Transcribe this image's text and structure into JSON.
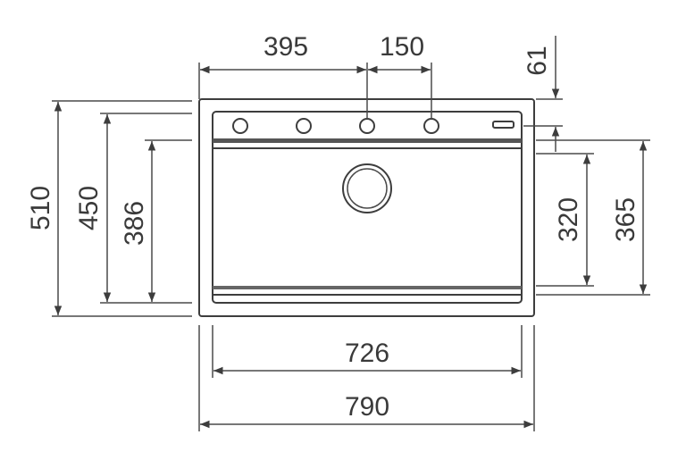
{
  "dimensions": {
    "hole_offset": "395",
    "hole_spacing": "150",
    "top_offset": "61",
    "outer_depth": "510",
    "inner_depth": "450",
    "bowl_depth": "386",
    "right_bowl_depth": "320",
    "right_inner_depth": "365",
    "inner_width": "726",
    "outer_width": "790"
  },
  "colors": {
    "line": "#3d3d3d",
    "text": "#3a3a3a"
  }
}
